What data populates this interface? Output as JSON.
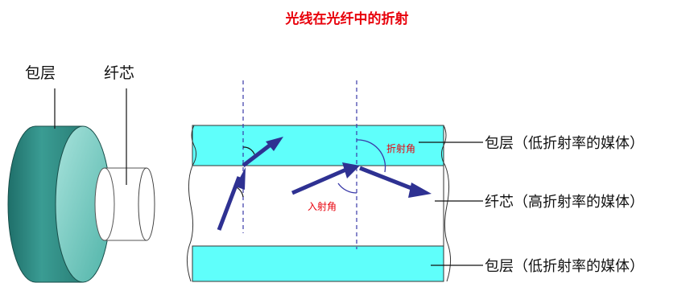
{
  "title": "光线在光纤中的折射",
  "labels": {
    "cladding": "包层",
    "core": "纤芯",
    "top_layer": "包层（低折射率的媒体）",
    "middle_layer": "纤芯（高折射率的媒体）",
    "bottom_layer": "包层（低折射率的媒体）",
    "refraction_angle": "折射角",
    "incidence_angle": "入射角"
  },
  "colors": {
    "title": "#e8000b",
    "cladding_fill": "#5ffffb",
    "ray": "#2e3192",
    "normal_line": "#3a3aa8",
    "angle_label": "#e8000b",
    "cylinder_dark": "#1f6f6a",
    "cylinder_light": "#7fd0c6"
  }
}
